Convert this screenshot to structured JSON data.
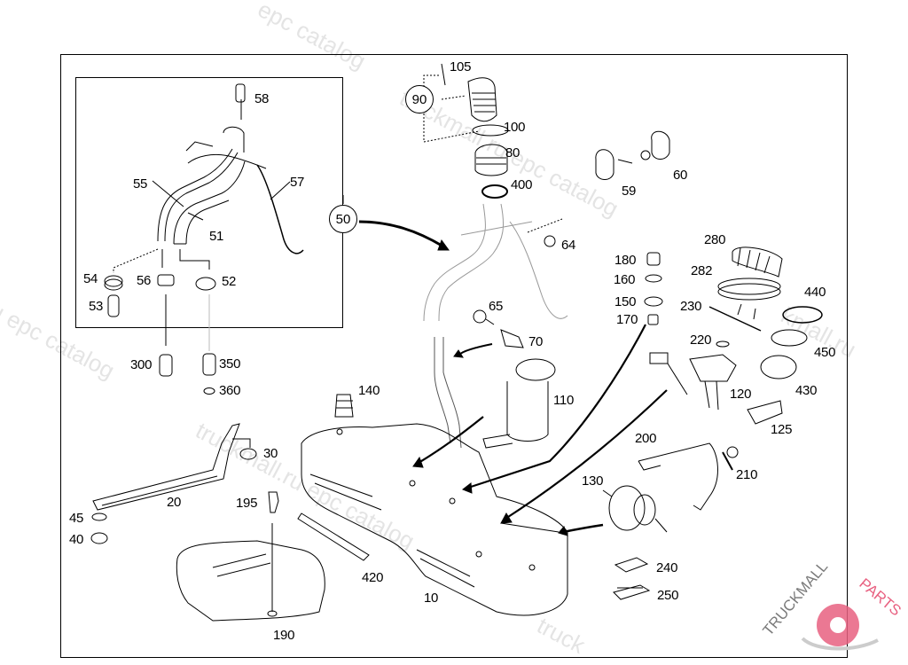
{
  "diagram": {
    "title": "Fuel tank assembly exploded view",
    "callouts": {
      "c10": "10",
      "c20": "20",
      "c30": "30",
      "c40": "40",
      "c45": "45",
      "c50": "50",
      "c51": "51",
      "c52": "52",
      "c53": "53",
      "c54": "54",
      "c55": "55",
      "c56": "56",
      "c57": "57",
      "c58": "58",
      "c59": "59",
      "c60": "60",
      "c64": "64",
      "c65": "65",
      "c70": "70",
      "c80": "80",
      "c90": "90",
      "c100": "100",
      "c105": "105",
      "c110": "110",
      "c120": "120",
      "c125": "125",
      "c130": "130",
      "c140": "140",
      "c150": "150",
      "c160": "160",
      "c170": "170",
      "c180": "180",
      "c190": "190",
      "c195": "195",
      "c200": "200",
      "c210": "210",
      "c220": "220",
      "c230": "230",
      "c240": "240",
      "c250": "250",
      "c280": "280",
      "c282": "282",
      "c300": "300",
      "c350": "350",
      "c360": "360",
      "c400": "400",
      "c420": "420",
      "c430": "430",
      "c440": "440",
      "c450": "450"
    },
    "group_markers": {
      "g50": "50",
      "g90": "90"
    }
  },
  "watermarks": {
    "w1": "epc catalog",
    "w2": "truckmall.ru epc catalog",
    "w3": "ru epc catalog",
    "w4": "truckmall.ru epc catalog",
    "w5": "kmall.ru",
    "w6": "truck"
  },
  "logo": {
    "text_grey": "TRUCKMALL",
    "text_red": "PARTS",
    "accent_color": "#e86080"
  }
}
